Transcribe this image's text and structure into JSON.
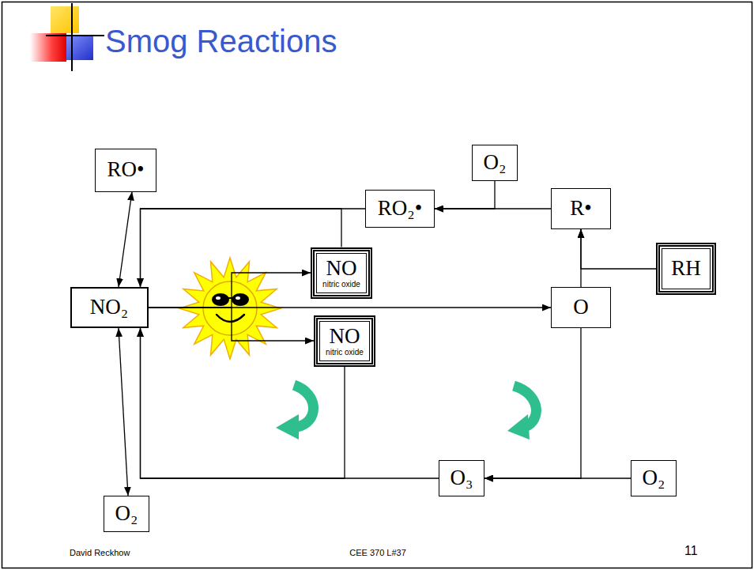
{
  "diagram": {
    "title": "Smog Reactions",
    "nodes": [
      {
        "text": [
          "RO•"
        ]
      },
      {
        "text": [
          "O₂"
        ]
      },
      {
        "text": [
          "RO₂•"
        ]
      },
      {
        "text": [
          "R•"
        ]
      },
      {
        "text": [
          "NO",
          "nitric oxide"
        ]
      },
      {
        "text": [
          "RH"
        ]
      },
      {
        "text": [
          "NO₂"
        ]
      },
      {
        "text": [
          "O"
        ]
      },
      {
        "text": [
          "NO",
          "nitric oxide"
        ]
      },
      {
        "text": [
          "O₃"
        ]
      },
      {
        "text": [
          "O₂"
        ]
      },
      {
        "text": [
          "O₂"
        ]
      }
    ],
    "edges": [
      {
        "from": 0,
        "to": 6,
        "arrow": "both"
      },
      {
        "from": 1,
        "to": 2,
        "arrow": "to"
      },
      {
        "from": 3,
        "to": 2,
        "arrow": "to"
      },
      {
        "from": 2,
        "to": 6,
        "arrow": "to"
      },
      {
        "from": 4,
        "to": 6,
        "arrow": "to"
      },
      {
        "from": 7,
        "to": 3,
        "arrow": "to"
      },
      {
        "from": 5,
        "to": 3,
        "arrow": "to"
      },
      {
        "from": 6,
        "to": 7,
        "arrow": "to"
      },
      {
        "from": 6,
        "to": 4,
        "arrow": "to"
      },
      {
        "from": 6,
        "to": 8,
        "arrow": "to"
      },
      {
        "from": 7,
        "to": 9,
        "arrow": "to"
      },
      {
        "from": 10,
        "to": 9,
        "arrow": "to"
      },
      {
        "from": 9,
        "to": 6,
        "arrow": "to"
      },
      {
        "from": 8,
        "to": 6,
        "arrow": "to"
      },
      {
        "from": 6,
        "to": 11,
        "arrow": "both"
      }
    ],
    "labels": [
      "David Reckhow",
      "CEE 370 L#37",
      "11"
    ]
  }
}
